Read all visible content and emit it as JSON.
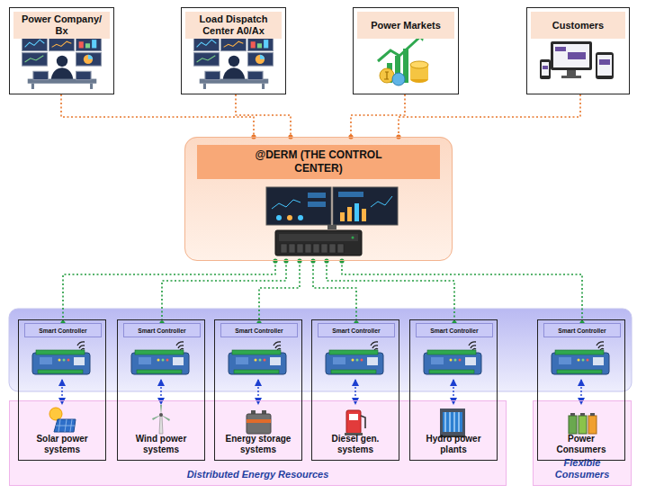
{
  "diagram": {
    "nodes": [
      {
        "text": [
          "Power Company/ Bx"
        ]
      },
      {
        "text": [
          "Load Dispatch Center A0/Ax"
        ]
      },
      {
        "text": [
          "Power Markets"
        ]
      },
      {
        "text": [
          "Customers"
        ]
      },
      {
        "text": [
          "@DERM (THE CONTROL CENTER)"
        ]
      },
      {
        "text": [
          "Distributed Energy Resources"
        ]
      },
      {
        "text": [
          "Flexible Consumers"
        ]
      },
      {
        "text": [
          "Solar power systems"
        ]
      },
      {
        "text": [
          "Smart Controller"
        ],
        "in": 7
      },
      {
        "text": [
          "Wind power systems"
        ]
      },
      {
        "text": [
          "Smart Controller"
        ],
        "in": 9
      },
      {
        "text": [
          "Energy storage systems"
        ]
      },
      {
        "text": [
          "Smart Controller"
        ],
        "in": 11
      },
      {
        "text": [
          "Diesel gen. systems"
        ]
      },
      {
        "text": [
          "Smart Controller"
        ],
        "in": 13
      },
      {
        "text": [
          "Hydro power plants"
        ]
      },
      {
        "text": [
          "Smart Controller"
        ],
        "in": 15
      },
      {
        "text": [
          "Power Consumers"
        ]
      },
      {
        "text": [
          "Smart Controller"
        ],
        "in": 17
      }
    ],
    "edges": [
      {
        "from": 0,
        "to": 4,
        "arrow": "none"
      },
      {
        "from": 1,
        "to": 4,
        "arrow": "none"
      },
      {
        "from": 2,
        "to": 4,
        "arrow": "none"
      },
      {
        "from": 3,
        "to": 4,
        "arrow": "none"
      },
      {
        "from": 4,
        "to": 8,
        "arrow": "none"
      },
      {
        "from": 4,
        "to": 10,
        "arrow": "none"
      },
      {
        "from": 4,
        "to": 12,
        "arrow": "none"
      },
      {
        "from": 4,
        "to": 14,
        "arrow": "none"
      },
      {
        "from": 4,
        "to": 16,
        "arrow": "none"
      },
      {
        "from": 4,
        "to": 18,
        "arrow": "none"
      }
    ]
  }
}
